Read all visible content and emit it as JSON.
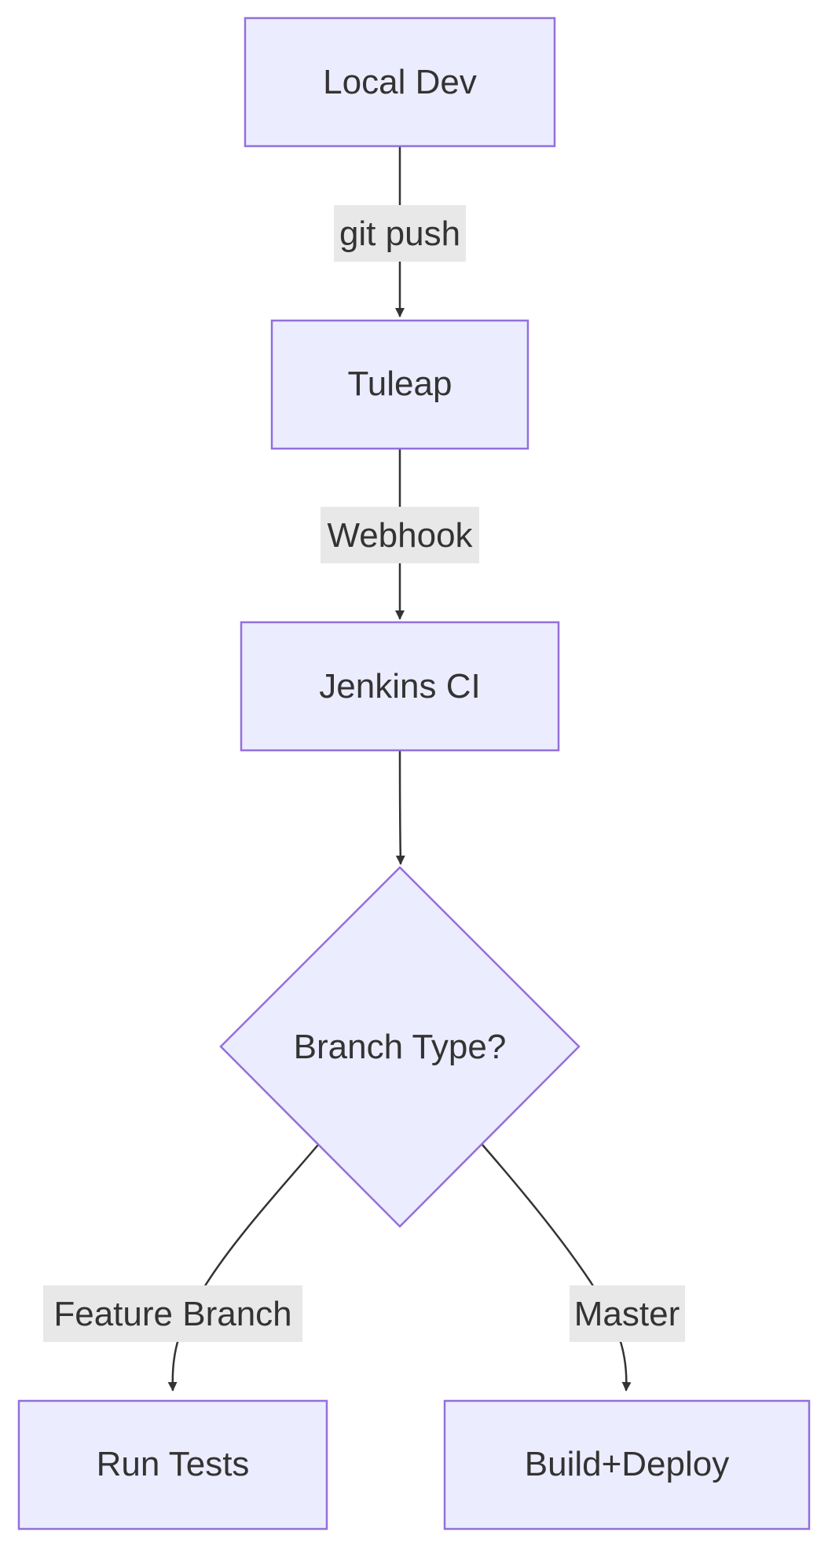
{
  "diagram": {
    "type": "flowchart",
    "colors": {
      "node_fill": "#ECECFF",
      "node_stroke": "#9370DB",
      "edge": "#333333",
      "label_bg": "#e8e8e8",
      "text": "#333333"
    },
    "nodes": {
      "local_dev": "Local Dev",
      "tuleap": "Tuleap",
      "jenkins": "Jenkins CI",
      "branch_type": "Branch Type?",
      "run_tests": "Run Tests",
      "build_deploy": "Build+Deploy"
    },
    "edges": {
      "local_to_tuleap": "git push",
      "tuleap_to_jenkins": "Webhook",
      "jenkins_to_branch": "",
      "branch_to_tests": "Feature Branch",
      "branch_to_deploy": "Master"
    }
  }
}
